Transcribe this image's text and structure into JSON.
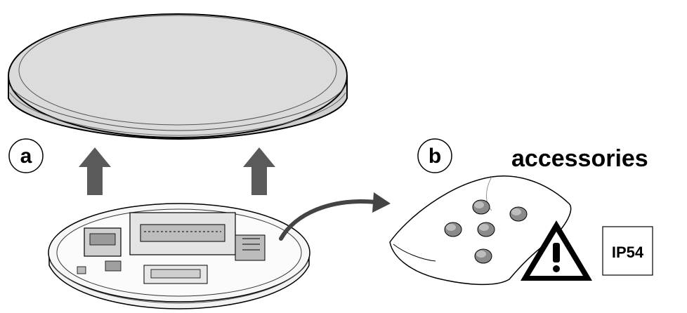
{
  "step_labels": {
    "a": "a",
    "b": "b"
  },
  "accessories_heading": "accessories",
  "ip_rating": "IP54",
  "icons": {
    "warning": "warning-triangle-icon",
    "lift_arrow": "arrow-up-icon",
    "curved_arrow": "curved-arrow-icon"
  },
  "colors": {
    "cover_fill": "#d9d9d9",
    "arrow_fill": "#5a5a5a",
    "line": "#000000"
  }
}
